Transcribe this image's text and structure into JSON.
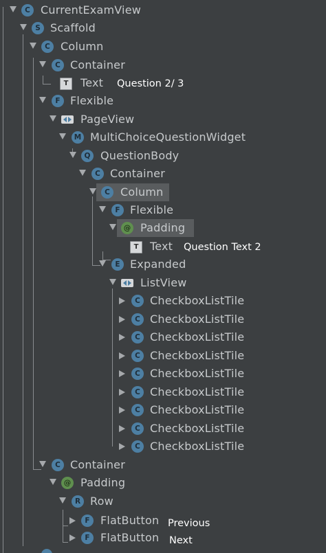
{
  "colors": {
    "background": "#3c3f41",
    "row_highlight": "#595c5e",
    "icon_blue": "#4d7fa3",
    "icon_green": "#5f8f4e",
    "label": "#c7cacc",
    "value_text": "#ffffff",
    "guide_line": "#8a8d90"
  },
  "tree": [
    {
      "id": "current-exam-view",
      "expanded": true,
      "icon": "C",
      "icon_name": "class-icon",
      "label": "CurrentExamView"
    },
    {
      "id": "scaffold",
      "expanded": true,
      "icon": "S",
      "icon_name": "scaffold-icon",
      "label": "Scaffold"
    },
    {
      "id": "column",
      "expanded": true,
      "icon": "C",
      "icon_name": "class-icon",
      "label": "Column"
    },
    {
      "id": "container",
      "expanded": true,
      "icon": "C",
      "icon_name": "class-icon",
      "label": "Container"
    },
    {
      "id": "text-question-counter",
      "leaf": true,
      "icon": "T",
      "icon_name": "text-icon",
      "label": "Text",
      "value": "Question 2/ 3"
    },
    {
      "id": "flexible",
      "expanded": true,
      "icon": "F",
      "icon_name": "flexible-icon",
      "label": "Flexible"
    },
    {
      "id": "page-view",
      "expanded": true,
      "icon": "",
      "icon_name": "pageview-icon",
      "label": "PageView"
    },
    {
      "id": "multichoice-question-widget",
      "expanded": true,
      "icon": "M",
      "icon_name": "widget-icon",
      "label": "MultiChoiceQuestionWidget"
    },
    {
      "id": "question-body",
      "expanded": true,
      "icon": "Q",
      "icon_name": "widget-icon",
      "label": "QuestionBody"
    },
    {
      "id": "container-2",
      "expanded": true,
      "icon": "C",
      "icon_name": "class-icon",
      "label": "Container"
    },
    {
      "id": "column-2",
      "expanded": true,
      "icon": "C",
      "icon_name": "class-icon",
      "label": "Column",
      "highlighted": true
    },
    {
      "id": "flexible-2",
      "expanded": true,
      "icon": "F",
      "icon_name": "flexible-icon",
      "label": "Flexible"
    },
    {
      "id": "padding",
      "expanded": true,
      "icon": "@",
      "icon_name": "padding-icon",
      "label": "Padding",
      "highlighted": true
    },
    {
      "id": "text-question",
      "leaf": true,
      "icon": "T",
      "icon_name": "text-icon",
      "label": "Text",
      "value": "Question Text 2"
    },
    {
      "id": "expanded",
      "expanded": true,
      "icon": "E",
      "icon_name": "expanded-icon",
      "label": "Expanded"
    },
    {
      "id": "list-view",
      "expanded": true,
      "icon": "",
      "icon_name": "listview-icon",
      "label": "ListView"
    },
    {
      "id": "checkbox-1",
      "expanded": false,
      "icon": "C",
      "icon_name": "class-icon",
      "label": "CheckboxListTile"
    },
    {
      "id": "checkbox-2",
      "expanded": false,
      "icon": "C",
      "icon_name": "class-icon",
      "label": "CheckboxListTile"
    },
    {
      "id": "checkbox-3",
      "expanded": false,
      "icon": "C",
      "icon_name": "class-icon",
      "label": "CheckboxListTile"
    },
    {
      "id": "checkbox-4",
      "expanded": false,
      "icon": "C",
      "icon_name": "class-icon",
      "label": "CheckboxListTile"
    },
    {
      "id": "checkbox-5",
      "expanded": false,
      "icon": "C",
      "icon_name": "class-icon",
      "label": "CheckboxListTile"
    },
    {
      "id": "checkbox-6",
      "expanded": false,
      "icon": "C",
      "icon_name": "class-icon",
      "label": "CheckboxListTile"
    },
    {
      "id": "checkbox-7",
      "expanded": false,
      "icon": "C",
      "icon_name": "class-icon",
      "label": "CheckboxListTile"
    },
    {
      "id": "checkbox-8",
      "expanded": false,
      "icon": "C",
      "icon_name": "class-icon",
      "label": "CheckboxListTile"
    },
    {
      "id": "checkbox-9",
      "expanded": false,
      "icon": "C",
      "icon_name": "class-icon",
      "label": "CheckboxListTile"
    },
    {
      "id": "container-3",
      "expanded": true,
      "icon": "C",
      "icon_name": "class-icon",
      "label": "Container"
    },
    {
      "id": "padding-2",
      "expanded": true,
      "icon": "@",
      "icon_name": "padding-icon",
      "label": "Padding"
    },
    {
      "id": "row",
      "expanded": true,
      "icon": "R",
      "icon_name": "row-icon",
      "label": "Row"
    },
    {
      "id": "flat-button-previous",
      "expanded": false,
      "icon": "F",
      "icon_name": "flatbutton-icon",
      "label": "FlatButton",
      "value": "Previous"
    },
    {
      "id": "flat-button-next",
      "expanded": false,
      "icon": "F",
      "icon_name": "flatbutton-icon",
      "label": "FlatButton",
      "value": "Next"
    }
  ]
}
